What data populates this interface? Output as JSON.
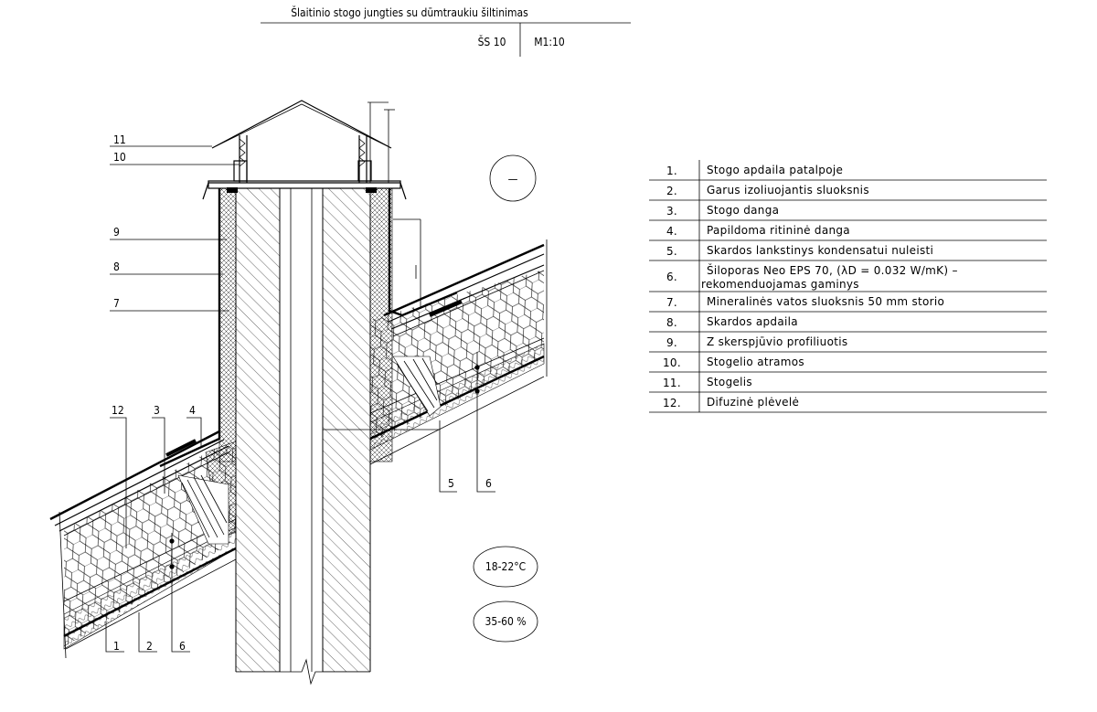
{
  "header": {
    "title": "Šlaitinio stogo jungties su dūmtraukiu šiltinimas",
    "code": "ŠS 10",
    "scale": "M1:10"
  },
  "section_symbol": "—",
  "climate": {
    "temperature": "18-22°C",
    "humidity": "35-60 %"
  },
  "callouts": {
    "c1": "1",
    "c2": "2",
    "c3": "3",
    "c4": "4",
    "c5": "5",
    "c6a": "6",
    "c6b": "6",
    "c7": "7",
    "c8": "8",
    "c9": "9",
    "c10": "10",
    "c11": "11",
    "c12": "12"
  },
  "legend": [
    {
      "num": "1.",
      "text": "Stogo apdaila patalpoje"
    },
    {
      "num": "2.",
      "text": "Garus izoliuojantis sluoksnis"
    },
    {
      "num": "3.",
      "text": "Stogo danga"
    },
    {
      "num": "4.",
      "text": "Papildoma ritininė danga"
    },
    {
      "num": "5.",
      "text": "Skardos lankstinys kondensatui nuleisti"
    },
    {
      "num": "6.",
      "text": "Šiloporas Neo EPS 70, (λD = 0.032 W/mK) –",
      "text2": "rekomenduojamas gaminys"
    },
    {
      "num": "7.",
      "text": "Mineralinės vatos sluoksnis 50 mm storio"
    },
    {
      "num": "8.",
      "text": "Skardos apdaila"
    },
    {
      "num": "9.",
      "text": "Z skerspjūvio profiliuotis"
    },
    {
      "num": "10.",
      "text": "Stogelio atramos"
    },
    {
      "num": "11.",
      "text": "Stogelis"
    },
    {
      "num": "12.",
      "text": "Difuzinė plėvelė"
    }
  ]
}
